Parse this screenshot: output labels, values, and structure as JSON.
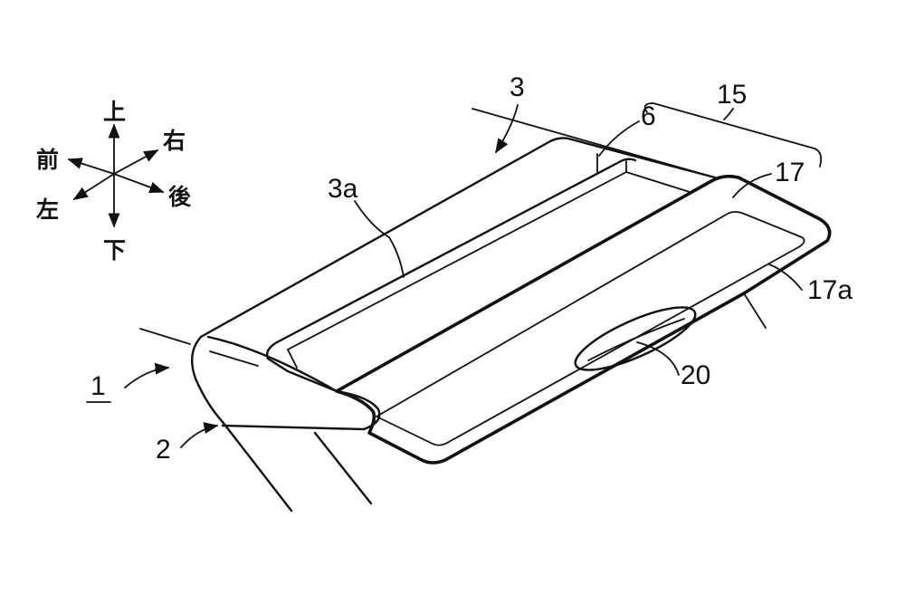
{
  "directions": {
    "up": "上",
    "down": "下",
    "front": "前",
    "rear": "後",
    "left": "左",
    "right": "右"
  },
  "labels": {
    "ref_1": "1",
    "ref_2": "2",
    "ref_3": "3",
    "ref_3a": "3a",
    "ref_6": "6",
    "ref_15": "15",
    "ref_17": "17",
    "ref_17a": "17a",
    "ref_20": "20"
  }
}
